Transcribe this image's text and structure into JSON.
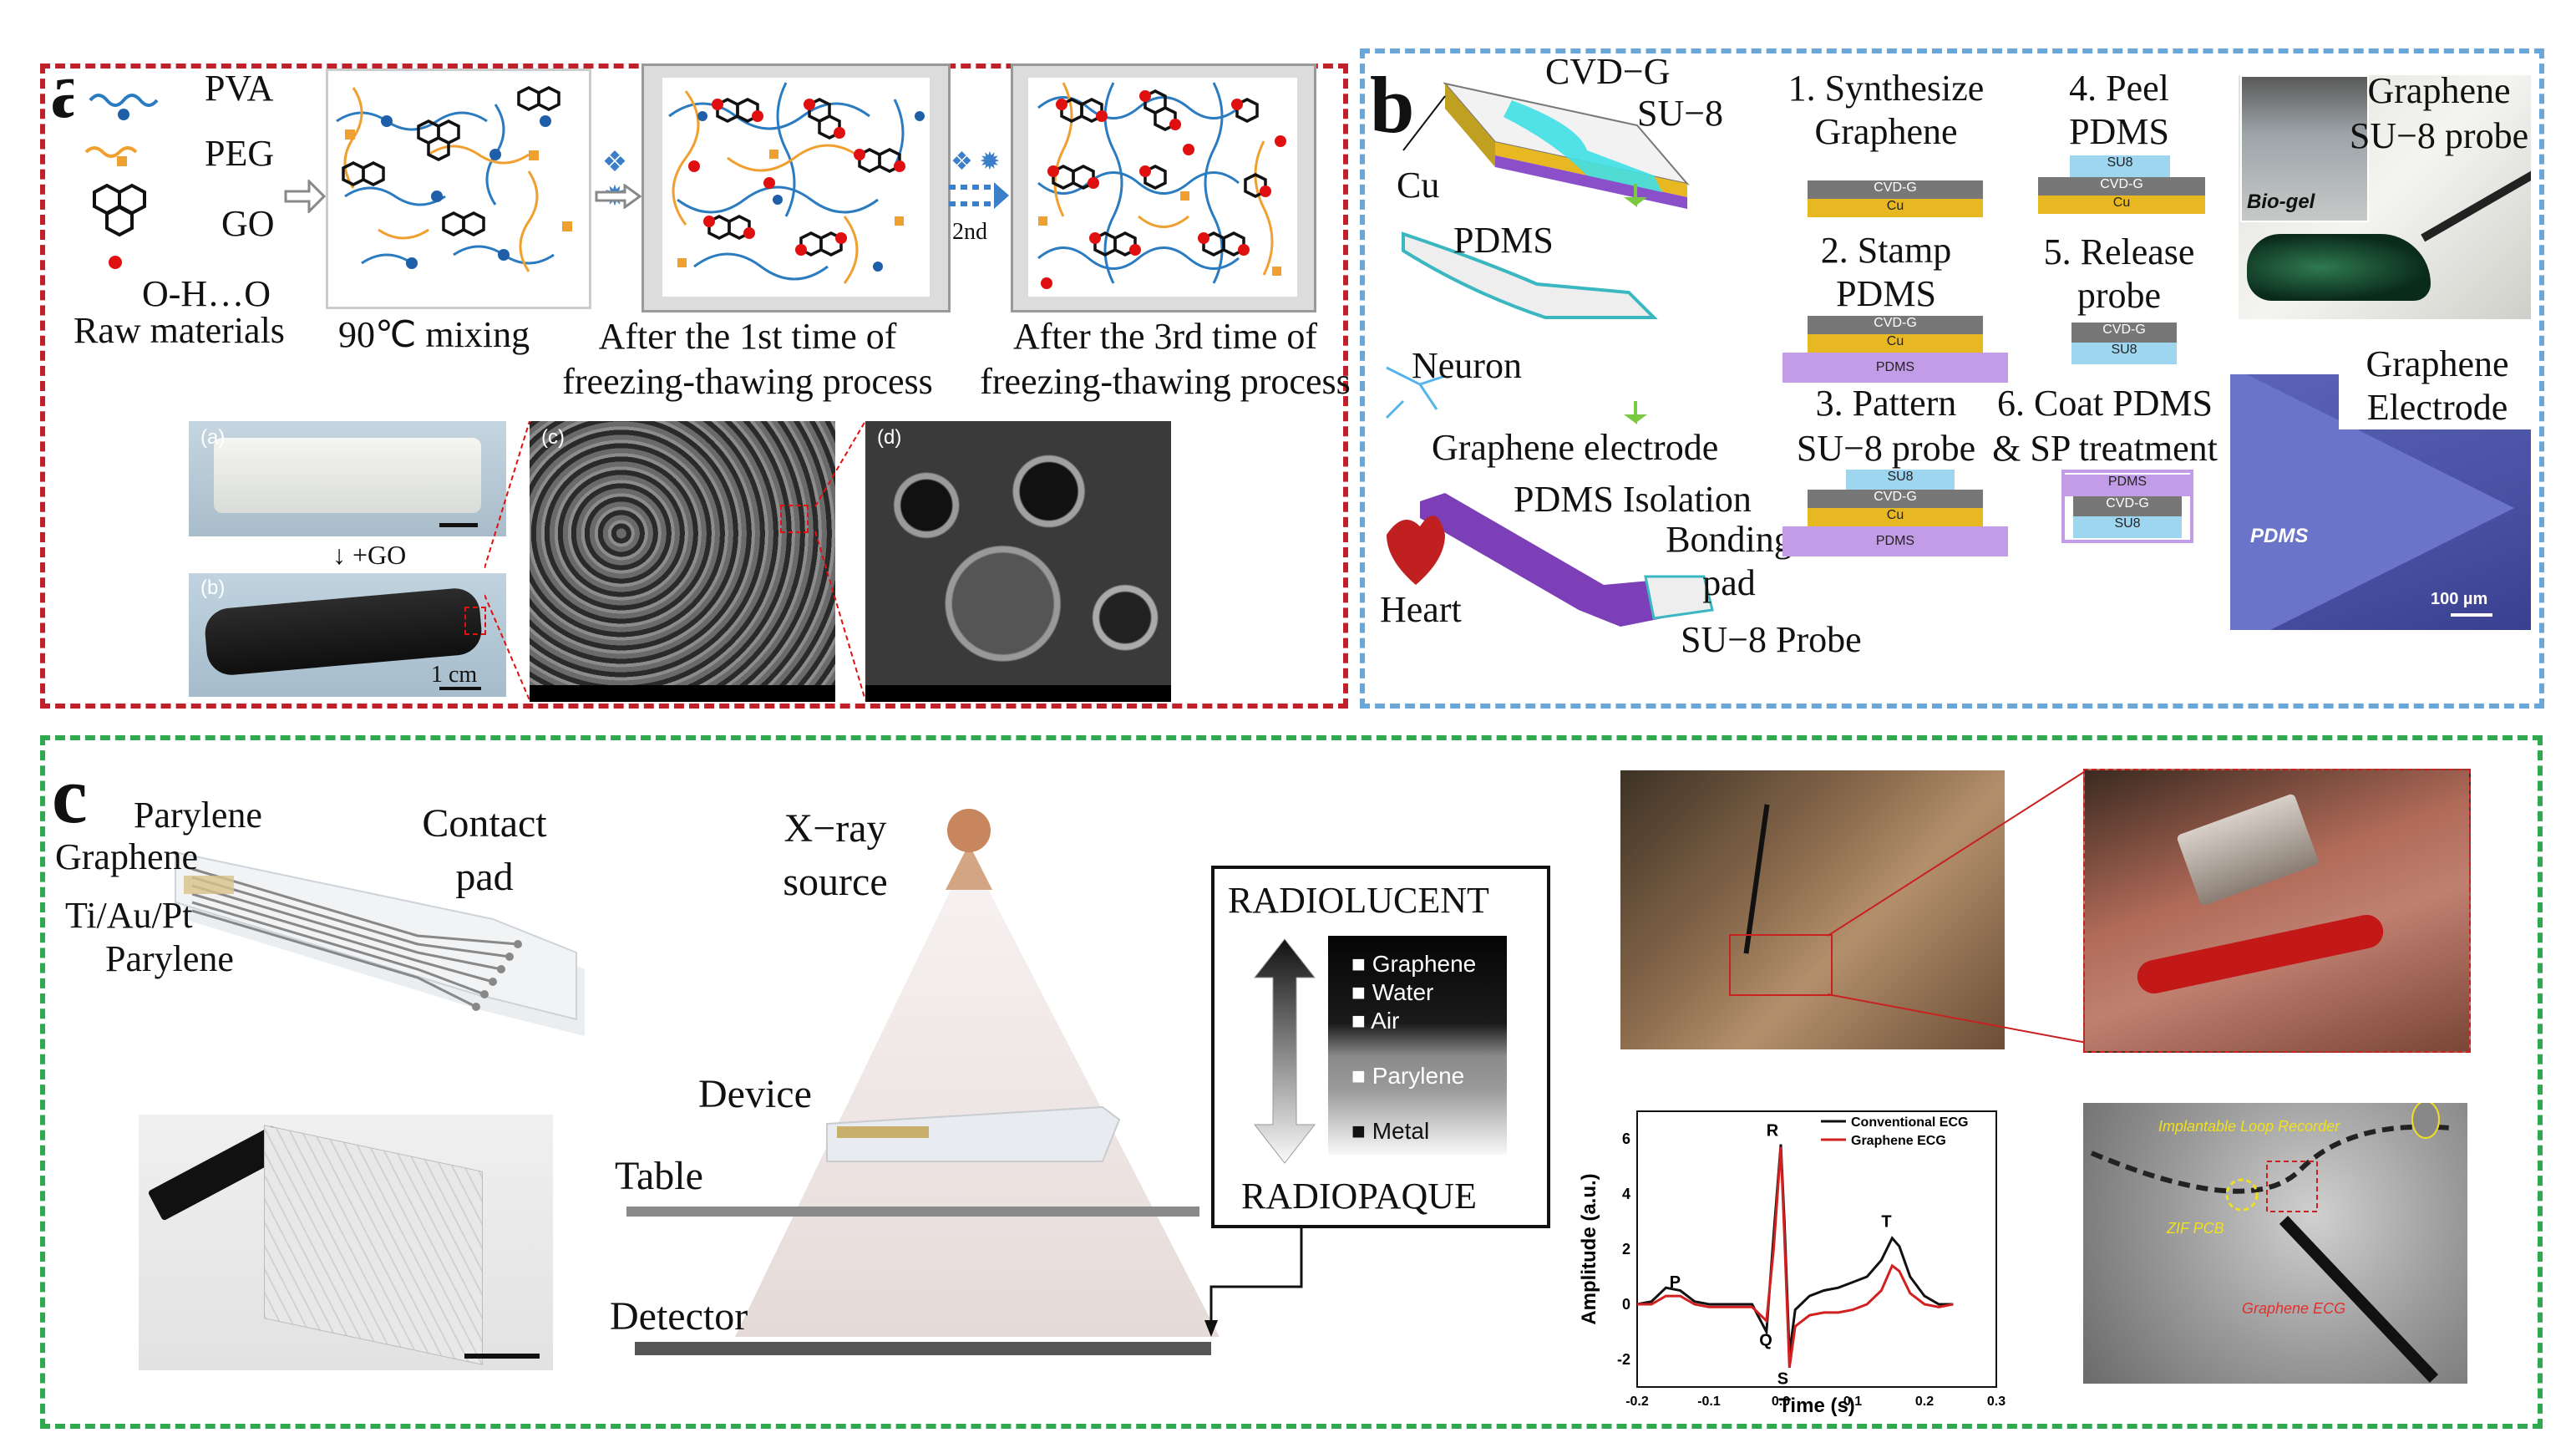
{
  "colors": {
    "panel_a": "#c0202a",
    "panel_b": "#6aa6d8",
    "panel_c": "#2fa84f",
    "cu": "#e8b822",
    "cvdg": "#777777",
    "su8": "#9ed6f0",
    "pdms": "#c39ce8"
  },
  "panel_a": {
    "letter": "a",
    "legend": {
      "pva": "PVA",
      "peg": "PEG",
      "go": "GO",
      "bond": "O-H…O",
      "caption": "Raw materials"
    },
    "steps": {
      "mixing": "90℃ mixing",
      "first_cycle": "After the 1st time of freezing-thawing process",
      "second_label": "2nd",
      "third_cycle": "After the 3rd time of freezing-thawing process"
    },
    "micro": {
      "label_a": "(a)",
      "label_b": "(b)",
      "label_c": "(c)",
      "label_d": "(d)",
      "plus_go": "↓ +GO",
      "scale": "1 cm"
    }
  },
  "panel_b": {
    "letter": "b",
    "labels": {
      "cvd_g": "CVD−G",
      "su8": "SU−8",
      "cu": "Cu",
      "pdms": "PDMS",
      "neuron": "Neuron",
      "graphene_electrode": "Graphene electrode",
      "pdms_isolation": "PDMS Isolation",
      "bonding_pad": "Bonding pad",
      "heart": "Heart",
      "su8_probe": "SU−8 Probe"
    },
    "steps": [
      {
        "title": "1. Synthesize Graphene",
        "layers": [
          "CVD-G",
          "Cu"
        ]
      },
      {
        "title": "2. Stamp PDMS",
        "layers": [
          "CVD-G",
          "Cu",
          "PDMS"
        ]
      },
      {
        "title": "3. Pattern SU−8 probe",
        "layers": [
          "SU8",
          "CVD-G",
          "Cu",
          "PDMS"
        ]
      },
      {
        "title": "4. Peel PDMS",
        "layers": [
          "SU8",
          "CVD-G",
          "Cu"
        ]
      },
      {
        "title": "5. Release probe",
        "layers": [
          "CVD-G",
          "SU8"
        ]
      },
      {
        "title": "6. Coat PDMS & SP treatment",
        "layers": [
          "PDMS",
          "CVD-G",
          "SU8"
        ]
      }
    ],
    "photo_top": {
      "title": "Graphene SU−8 probe",
      "inset": "Bio-gel"
    },
    "photo_bottom": {
      "title": "Graphene Electrode",
      "inset": "PDMS",
      "scale": "100 µm"
    }
  },
  "panel_c": {
    "letter": "c",
    "device_labels": {
      "parylene_top": "Parylene",
      "graphene": "Graphene",
      "metal": "Ti/Au/Pt",
      "parylene_bottom": "Parylene",
      "contact_pad": "Contact pad"
    },
    "xray": {
      "source": "X−ray source",
      "device": "Device",
      "table": "Table",
      "detector": "Detector"
    },
    "radio": {
      "top": "RADIOLUCENT",
      "bottom": "RADIOPAQUE",
      "items": [
        {
          "label": "Graphene",
          "shade": "#0a0a0a"
        },
        {
          "label": "Water",
          "shade": "#0a0a0a"
        },
        {
          "label": "Air",
          "shade": "#0a0a0a"
        },
        {
          "label": "Parylene",
          "shade": "#8a8a8a"
        },
        {
          "label": "Metal",
          "shade": "#f6f6f6"
        }
      ]
    },
    "xray_photo": {
      "loop_recorder": "Implantable Loop Recorder",
      "zif": "ZIF PCB",
      "graphene_ecg": "Graphene ECG"
    }
  },
  "chart_data": {
    "type": "line",
    "xlabel": "Time (s)",
    "ylabel": "Amplitude (a.u.)",
    "xlim": [
      -0.2,
      0.3
    ],
    "ylim": [
      -3,
      7
    ],
    "xticks": [
      -0.2,
      -0.1,
      0.0,
      0.1,
      0.2,
      0.3
    ],
    "yticks": [
      -2,
      0,
      2,
      4,
      6
    ],
    "legend": "top-right",
    "annotations": [
      {
        "text": "P",
        "x": -0.155,
        "y": 0.6
      },
      {
        "text": "R",
        "x": -0.02,
        "y": 6.1
      },
      {
        "text": "Q",
        "x": -0.03,
        "y": -1.5
      },
      {
        "text": "S",
        "x": -0.005,
        "y": -2.9
      },
      {
        "text": "T",
        "x": 0.14,
        "y": 2.8
      }
    ],
    "series": [
      {
        "name": "Conventional ECG",
        "color": "#111111",
        "x": [
          -0.2,
          -0.18,
          -0.16,
          -0.14,
          -0.12,
          -0.1,
          -0.08,
          -0.06,
          -0.04,
          -0.02,
          -0.01,
          0.0,
          0.005,
          0.012,
          0.02,
          0.04,
          0.06,
          0.08,
          0.1,
          0.12,
          0.14,
          0.155,
          0.165,
          0.18,
          0.2,
          0.22,
          0.24
        ],
        "y": [
          0,
          0.1,
          0.6,
          0.5,
          0.1,
          0,
          0,
          0,
          0,
          -1.0,
          2.5,
          5.8,
          3,
          -1.8,
          -0.2,
          0.3,
          0.5,
          0.6,
          0.8,
          1.0,
          1.6,
          2.4,
          2.1,
          1.0,
          0.3,
          0,
          0
        ]
      },
      {
        "name": "Graphene ECG",
        "color": "#d22020",
        "x": [
          -0.2,
          -0.18,
          -0.16,
          -0.14,
          -0.12,
          -0.1,
          -0.08,
          -0.06,
          -0.04,
          -0.02,
          -0.01,
          0.0,
          0.005,
          0.012,
          0.02,
          0.04,
          0.06,
          0.08,
          0.1,
          0.12,
          0.14,
          0.155,
          0.165,
          0.18,
          0.2,
          0.22,
          0.24
        ],
        "y": [
          0,
          0,
          0.3,
          0.3,
          0,
          -0.1,
          -0.1,
          -0.1,
          -0.1,
          -0.6,
          2.0,
          5.7,
          2.5,
          -2.3,
          -0.8,
          -0.4,
          -0.3,
          -0.3,
          -0.2,
          0,
          0.5,
          1.4,
          1.2,
          0.4,
          0,
          -0.1,
          0
        ]
      }
    ]
  }
}
